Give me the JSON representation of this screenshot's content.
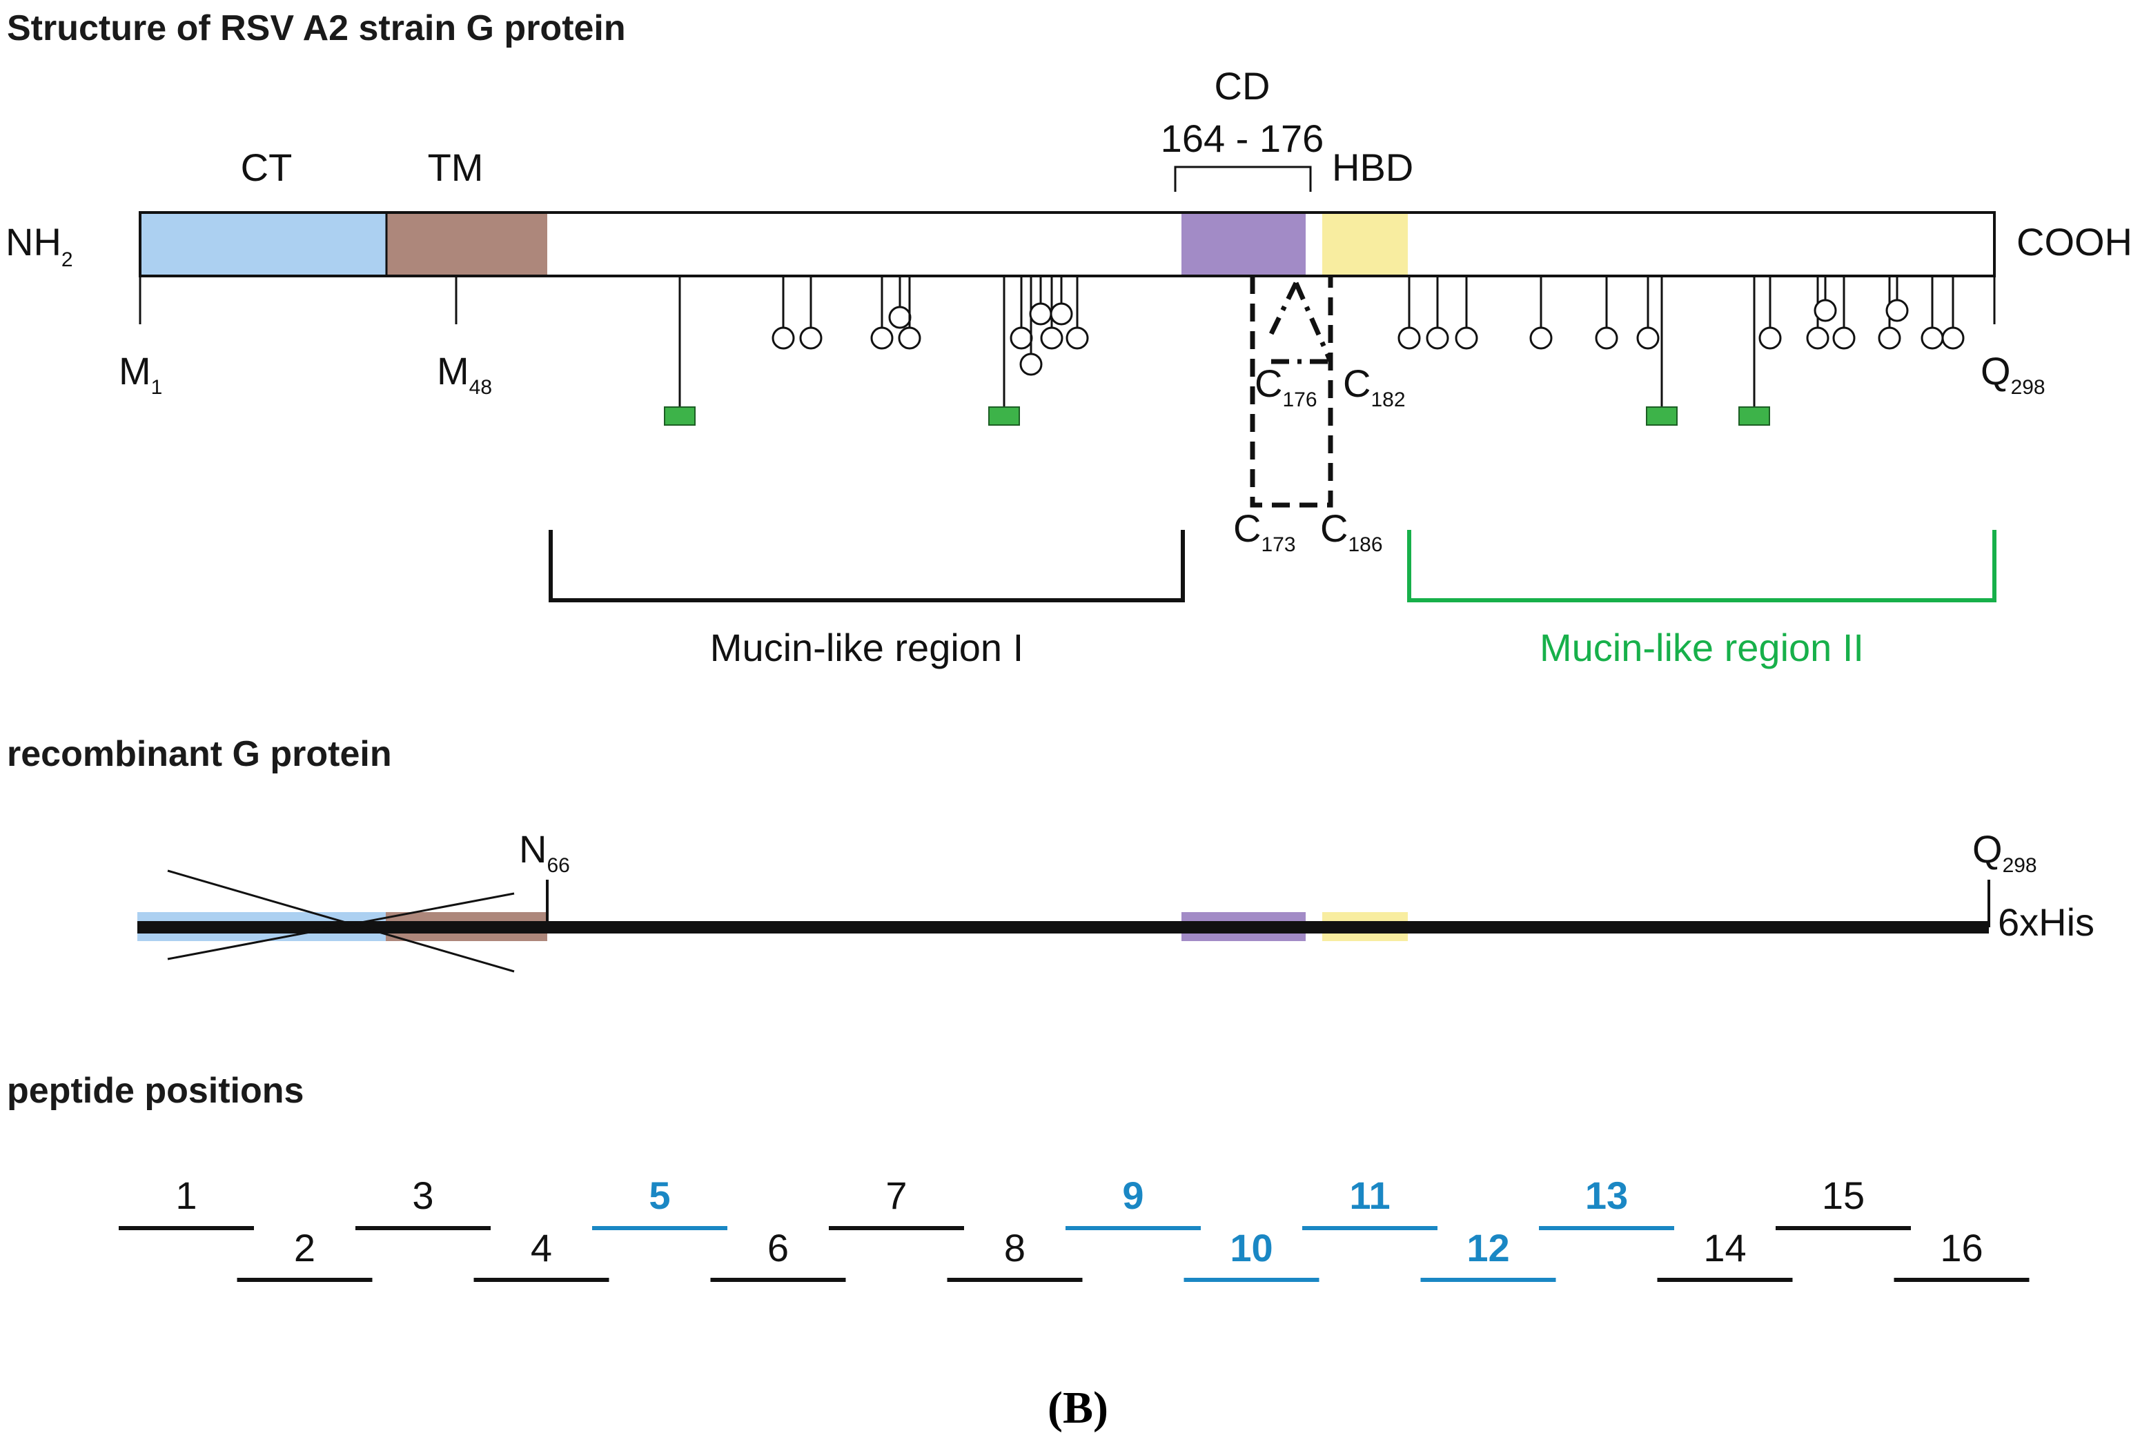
{
  "headings": {
    "structure": "Structure of RSV A2 strain G protein",
    "recombinant": "recombinant G protein",
    "peptides": "peptide positions"
  },
  "structure": {
    "n_term": {
      "main": "NH",
      "sub": "2"
    },
    "c_term": "COOH",
    "domains": {
      "ct": "CT",
      "tm": "TM",
      "cd": "CD",
      "cd_range": "164 - 176",
      "hbd": "HBD"
    },
    "colors": {
      "ct": "#acd0f1",
      "tm": "#ad877b",
      "cd": "#a28bc6",
      "hbd": "#f8eda0",
      "n_glyco": "#3db349",
      "mucin2": "#17b04a"
    },
    "residues": {
      "m1": {
        "main": "M",
        "sub": "1"
      },
      "m48": {
        "main": "M",
        "sub": "48"
      },
      "q298": {
        "main": "Q",
        "sub": "298"
      }
    },
    "cysteines": {
      "c176": {
        "main": "C",
        "sub": "176"
      },
      "c182": {
        "main": "C",
        "sub": "182"
      },
      "c173": {
        "main": "C",
        "sub": "173"
      },
      "c186": {
        "main": "C",
        "sub": "186"
      }
    },
    "mucin_regions": {
      "region1": "Mucin-like region I",
      "region2": "Mucin-like region II"
    }
  },
  "recombinant": {
    "start": {
      "main": "N",
      "sub": "66"
    },
    "end": {
      "main": "Q",
      "sub": "298"
    },
    "tag": "6xHis"
  },
  "peptides": [
    {
      "label": "1",
      "highlight": false
    },
    {
      "label": "2",
      "highlight": false
    },
    {
      "label": "3",
      "highlight": false
    },
    {
      "label": "4",
      "highlight": false
    },
    {
      "label": "5",
      "highlight": true
    },
    {
      "label": "6",
      "highlight": false
    },
    {
      "label": "7",
      "highlight": false
    },
    {
      "label": "8",
      "highlight": false
    },
    {
      "label": "9",
      "highlight": true
    },
    {
      "label": "10",
      "highlight": true
    },
    {
      "label": "11",
      "highlight": true
    },
    {
      "label": "12",
      "highlight": true
    },
    {
      "label": "13",
      "highlight": true
    },
    {
      "label": "14",
      "highlight": false
    },
    {
      "label": "15",
      "highlight": false
    },
    {
      "label": "16",
      "highlight": false
    }
  ],
  "peptide_highlight_color": "#1a87c4",
  "caption": "(B)"
}
